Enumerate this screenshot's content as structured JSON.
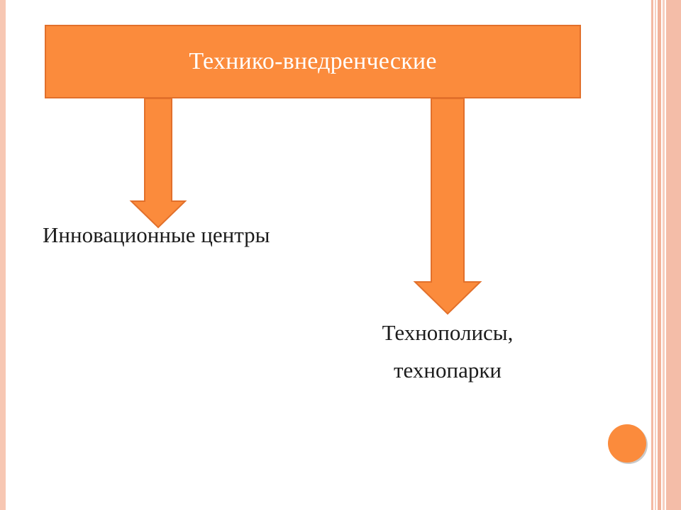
{
  "diagram": {
    "top_box": {
      "label": "Технико-внедренческие"
    },
    "left_target": {
      "label": "Инновационные центры"
    },
    "right_target": {
      "line1": "Технополисы,",
      "line2": "технопарки"
    }
  },
  "colors": {
    "accent": "#fb8b3c",
    "accent_border": "#e2702b",
    "frame": "#f7c7b3",
    "text": "#1c1c1c"
  }
}
